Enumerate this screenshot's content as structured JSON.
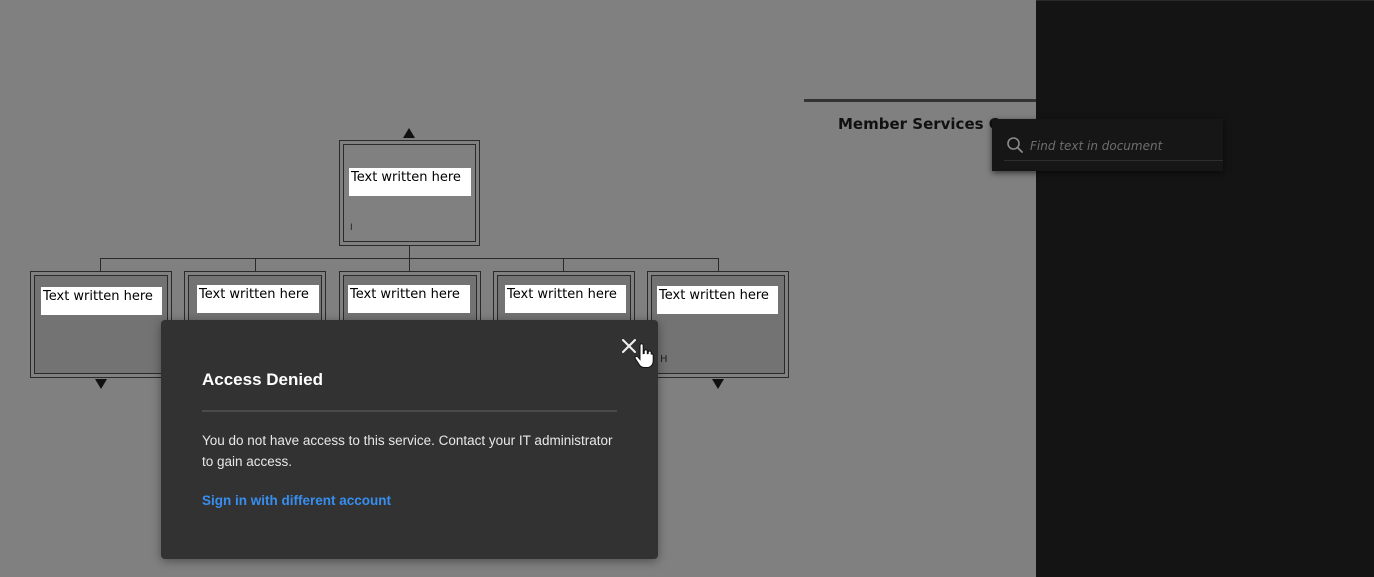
{
  "document": {
    "org_chart": {
      "top_box_label": "Text written here",
      "child_labels": [
        "Text written here",
        "Text written here",
        "Text written here",
        "Text written here",
        "Text written here"
      ]
    },
    "section_heading": "Member Services Cent"
  },
  "find_bar": {
    "placeholder": "Find text in document",
    "icon": "search-icon"
  },
  "dialog": {
    "title": "Access Denied",
    "message": "You do not have access to this service. Contact your IT administrator to gain access.",
    "link_label": "Sign in with different account",
    "close_icon": "close-icon",
    "link_color": "#378ef0",
    "background": "#323232"
  }
}
